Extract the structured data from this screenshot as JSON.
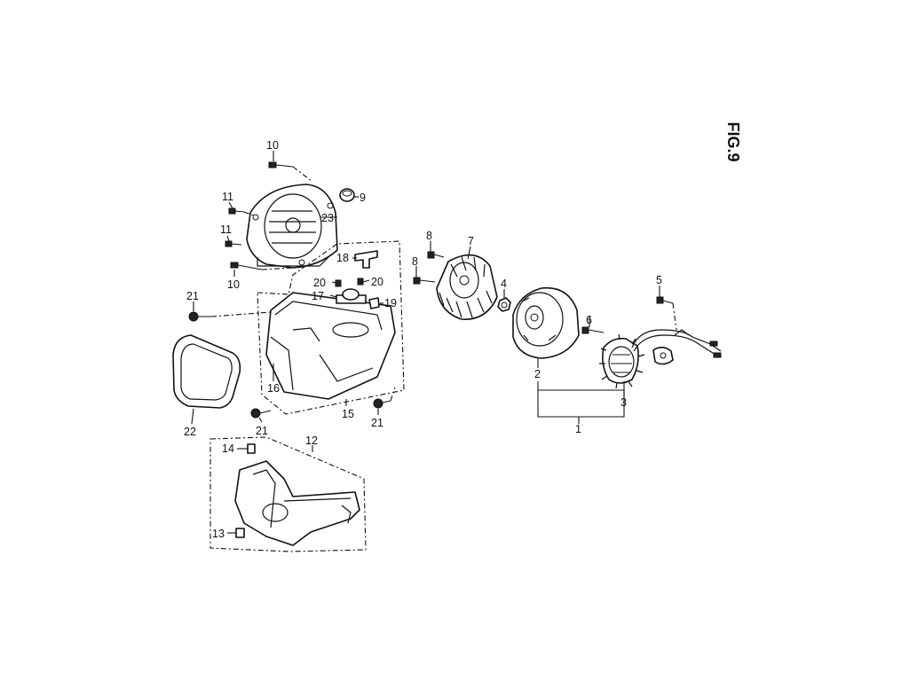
{
  "figure": {
    "title": "FIG.9"
  },
  "callouts": {
    "p1": "1",
    "p2": "2",
    "p3": "3",
    "p4": "4",
    "p5": "5",
    "p6": "6",
    "p7": "7",
    "p8a": "8",
    "p8b": "8",
    "p9": "9",
    "p10a": "10",
    "p10b": "10",
    "p11a": "11",
    "p11b": "11",
    "p12": "12",
    "p13": "13",
    "p14": "14",
    "p15": "15",
    "p16": "16",
    "p17": "17",
    "p18": "18",
    "p19": "19",
    "p20a": "20",
    "p20b": "20",
    "p21a": "21",
    "p21b": "21",
    "p21c": "21",
    "p22": "22",
    "p23": "23"
  }
}
